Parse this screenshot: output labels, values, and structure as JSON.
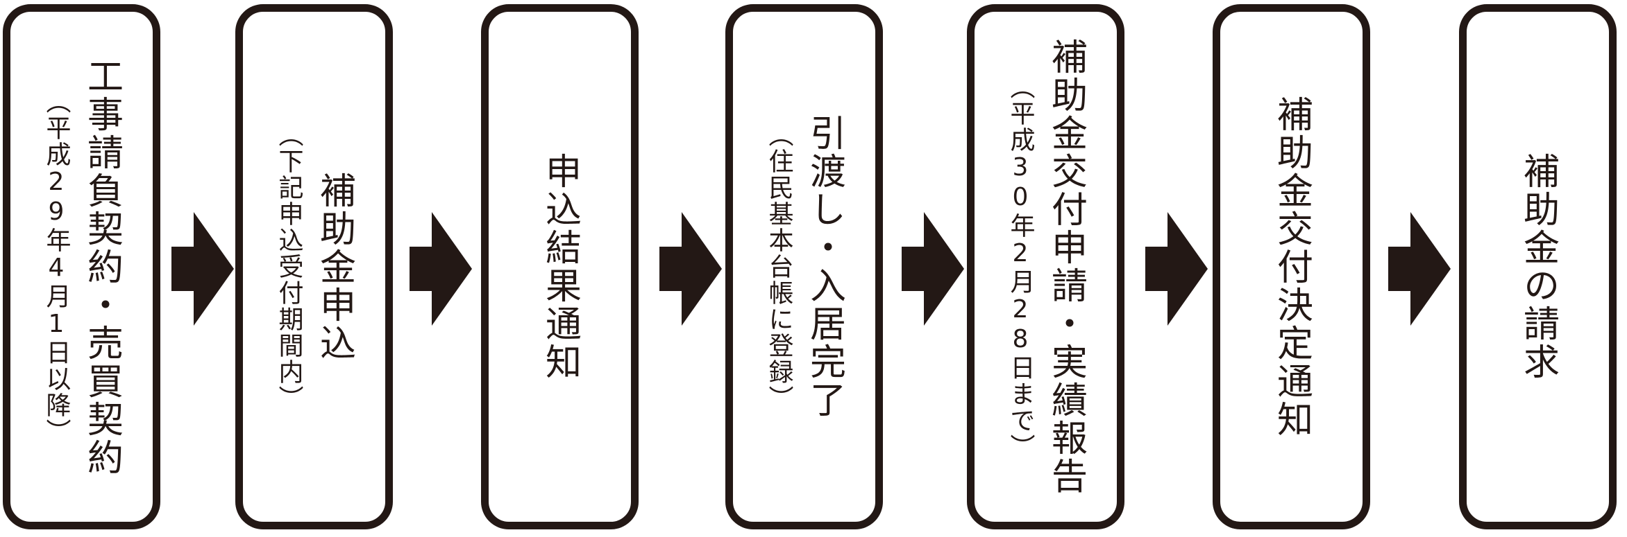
{
  "colors": {
    "stroke": "#231815",
    "background": "#ffffff"
  },
  "steps": [
    {
      "main": "工事請負契約・売買契約",
      "sub": "（平成29年4月1日以降）"
    },
    {
      "main": "補助金申込",
      "sub": "（下記申込受付期間内）"
    },
    {
      "main": "申込結果通知"
    },
    {
      "main": "引渡し・入居完了",
      "sub": "（住民基本台帳に登録）"
    },
    {
      "main": "補助金交付申請・実績報告",
      "sub": "（平成30年2月28日まで）"
    },
    {
      "main": "補助金交付決定通知"
    },
    {
      "main": "補助金の請求"
    }
  ],
  "arrow_icon": "right-arrow-icon"
}
